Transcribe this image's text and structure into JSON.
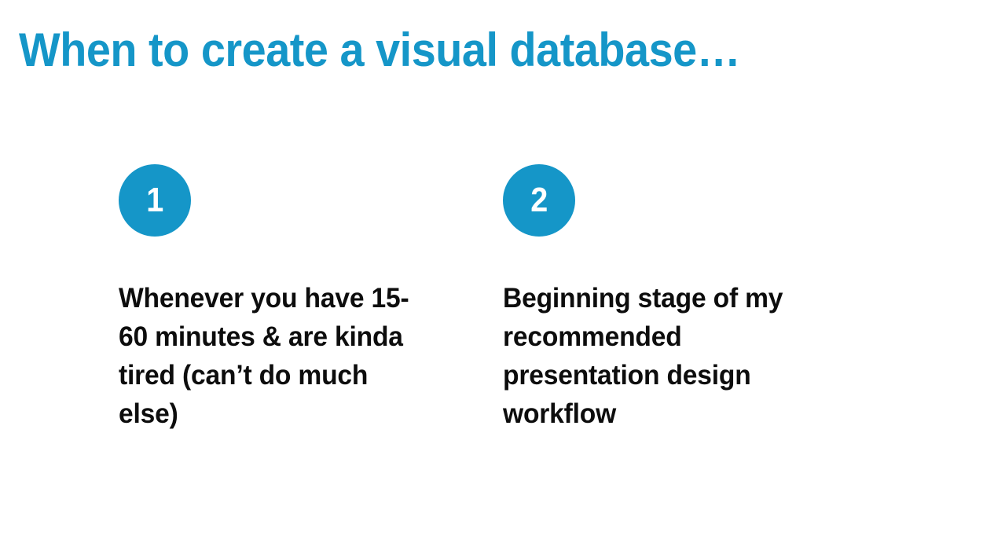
{
  "slide": {
    "title": "When to create a visual database…",
    "background_color": "#ffffff",
    "accent_color": "#1596c8",
    "body_text_color": "#0d0d0d",
    "columns": [
      {
        "badge_number": "1",
        "body": "Whenever you have 15-60 minutes & are kinda tired (can’t do much else)"
      },
      {
        "badge_number": "2",
        "body": "Beginning stage of my recommended presentation design workflow"
      }
    ]
  }
}
